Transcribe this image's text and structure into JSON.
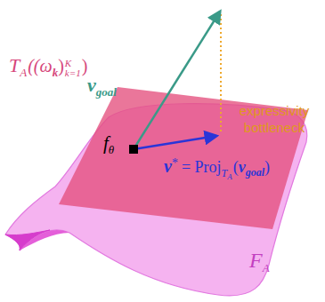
{
  "diagram": {
    "labels": [
      "v",
      "goal",
      "expressivity bottleneck",
      "T",
      "A",
      "((ω",
      "k",
      ")",
      "K",
      "k=1",
      ")",
      "f",
      "θ",
      "v",
      "*",
      "= Proj",
      "T",
      "A",
      "(",
      "v",
      "goal",
      ")",
      "F",
      "A"
    ]
  }
}
